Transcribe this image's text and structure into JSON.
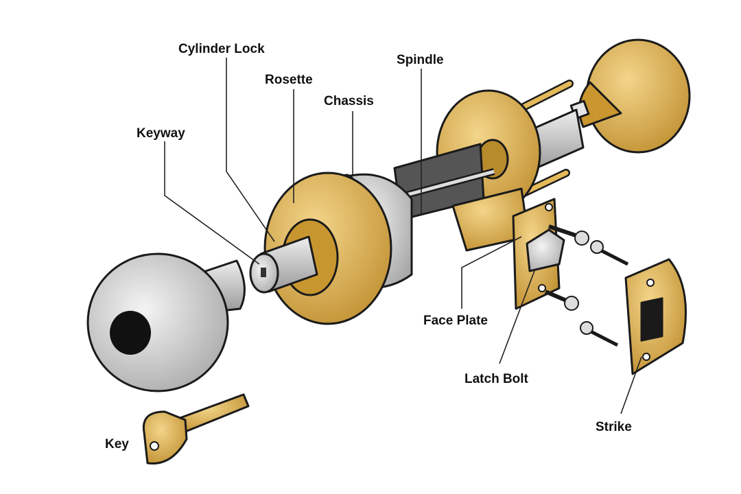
{
  "title": "Door knob lock exploded diagram",
  "labels": {
    "cylinder_lock": "Cylinder Lock",
    "rosette": "Rosette",
    "spindle": "Spindle",
    "chassis": "Chassis",
    "keyway": "Keyway",
    "face_plate": "Face Plate",
    "latch_bolt": "Latch Bolt",
    "strike": "Strike",
    "key": "Key"
  },
  "colors": {
    "brass": "#d9a94a",
    "brass_light": "#f0cf7e",
    "brass_dark": "#b98a2c",
    "steel": "#c9c9c9",
    "steel_light": "#ececec",
    "outline": "#1a1a1a",
    "spindle_dark": "#555555"
  }
}
